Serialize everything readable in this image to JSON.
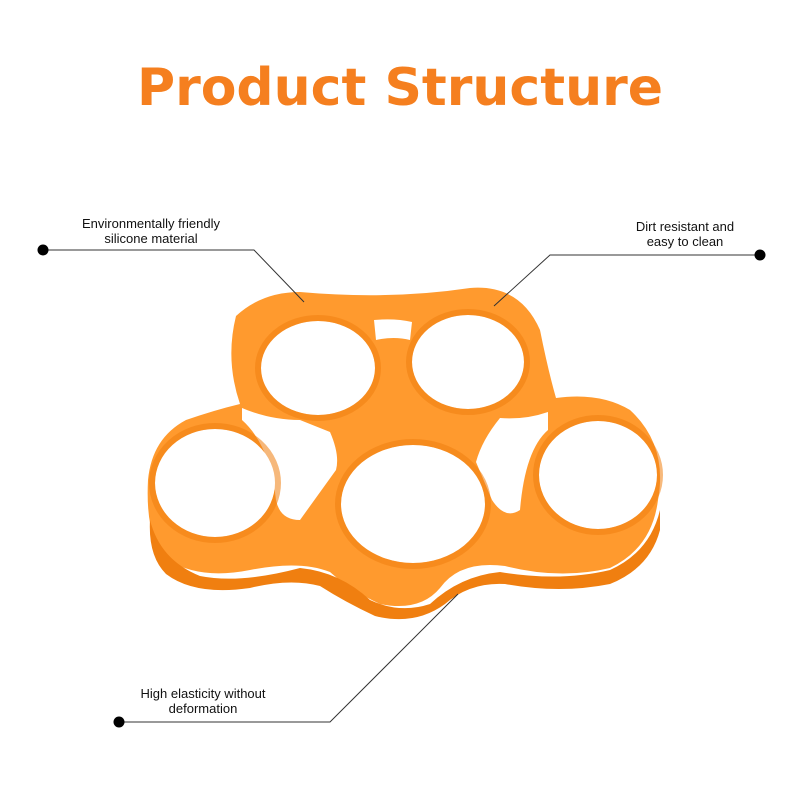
{
  "title": "Product Structure",
  "colors": {
    "accent": "#F57F1F",
    "product_orange": "#FF9A2E",
    "product_shade": "#F07F10",
    "line": "#333333",
    "dot": "#000000"
  },
  "callouts": [
    {
      "line1": "Environmentally friendly",
      "line2": "silicone material"
    },
    {
      "line1": "Dirt resistant and",
      "line2": "easy to clean"
    },
    {
      "line1": "High elasticity without",
      "line2": "deformation"
    }
  ]
}
